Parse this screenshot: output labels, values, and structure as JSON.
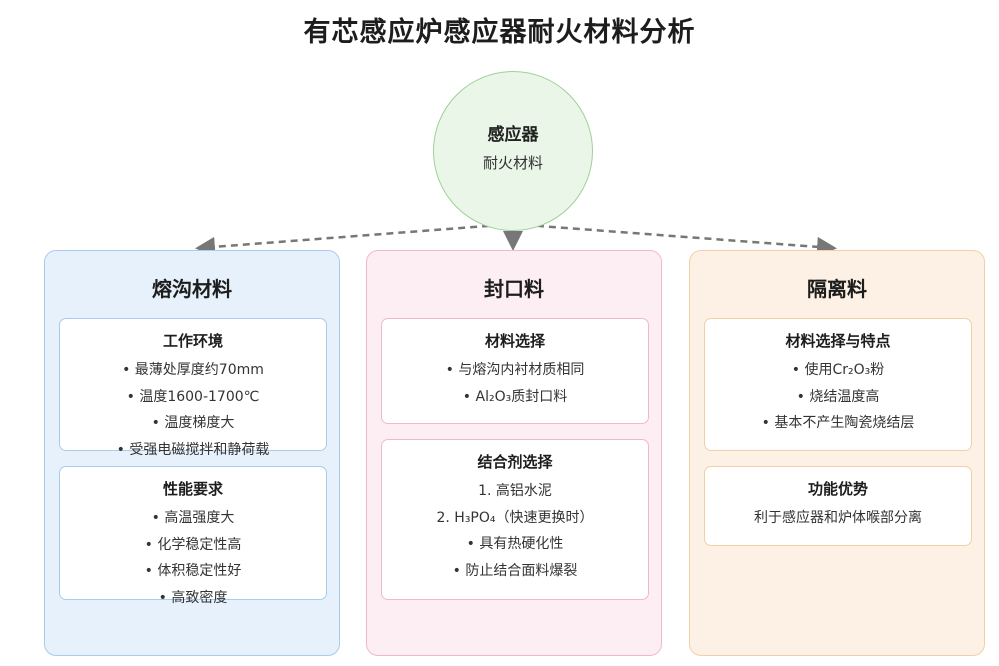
{
  "title": "有芯感应炉感应器耐火材料分析",
  "root": {
    "label": "感应器",
    "sublabel": "耐火材料"
  },
  "columns": [
    {
      "title": "熔沟材料",
      "cards": [
        {
          "title": "工作环境",
          "lines": [
            "• 最薄处厚度约70mm",
            "• 温度1600-1700℃",
            "• 温度梯度大",
            "• 受强电磁搅拌和静荷载"
          ]
        },
        {
          "title": "性能要求",
          "lines": [
            "• 高温强度大",
            "• 化学稳定性高",
            "• 体积稳定性好",
            "• 高致密度"
          ]
        }
      ]
    },
    {
      "title": "封口料",
      "cards": [
        {
          "title": "材料选择",
          "lines": [
            "• 与熔沟内衬材质相同",
            "• Al₂O₃质封口料"
          ]
        },
        {
          "title": "结合剂选择",
          "lines": [
            "1. 高铝水泥",
            "2. H₃PO₄（快速更换时）",
            "• 具有热硬化性",
            "• 防止结合面料爆裂"
          ]
        }
      ]
    },
    {
      "title": "隔离料",
      "cards": [
        {
          "title": "材料选择与特点",
          "lines": [
            "• 使用Cr₂O₃粉",
            "• 烧结温度高",
            "• 基本不产生陶瓷烧结层"
          ]
        },
        {
          "title": "功能优势",
          "lines": [
            "利于感应器和炉体喉部分离"
          ]
        }
      ]
    }
  ],
  "colors": {
    "root_fill": "#eaf6e8",
    "melt_fill": "#e7f1fc",
    "seal_fill": "#fdeef3",
    "iso_fill": "#fdf1e5",
    "connector": "#777777"
  }
}
